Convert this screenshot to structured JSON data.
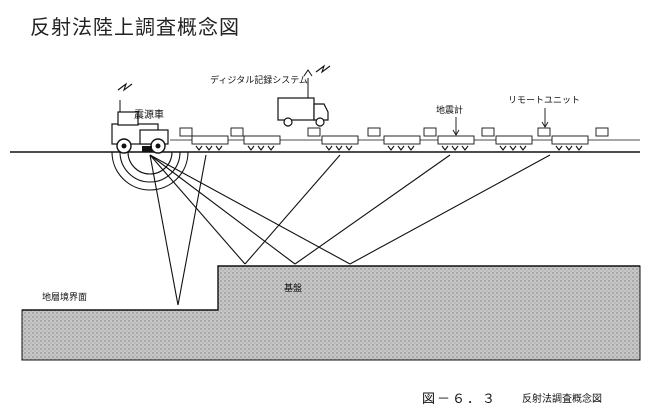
{
  "title": "反射法陸上調査概念図",
  "labels": {
    "source_vehicle": "震源車",
    "recording_system": "ディジタル記録システム",
    "seismometer": "地震計",
    "remote_unit": "リモートユニット",
    "boundary": "地層境界面",
    "basement": "基盤"
  },
  "caption": {
    "figure_number": "図－６．３",
    "text": "反射法調査概念図"
  }
}
